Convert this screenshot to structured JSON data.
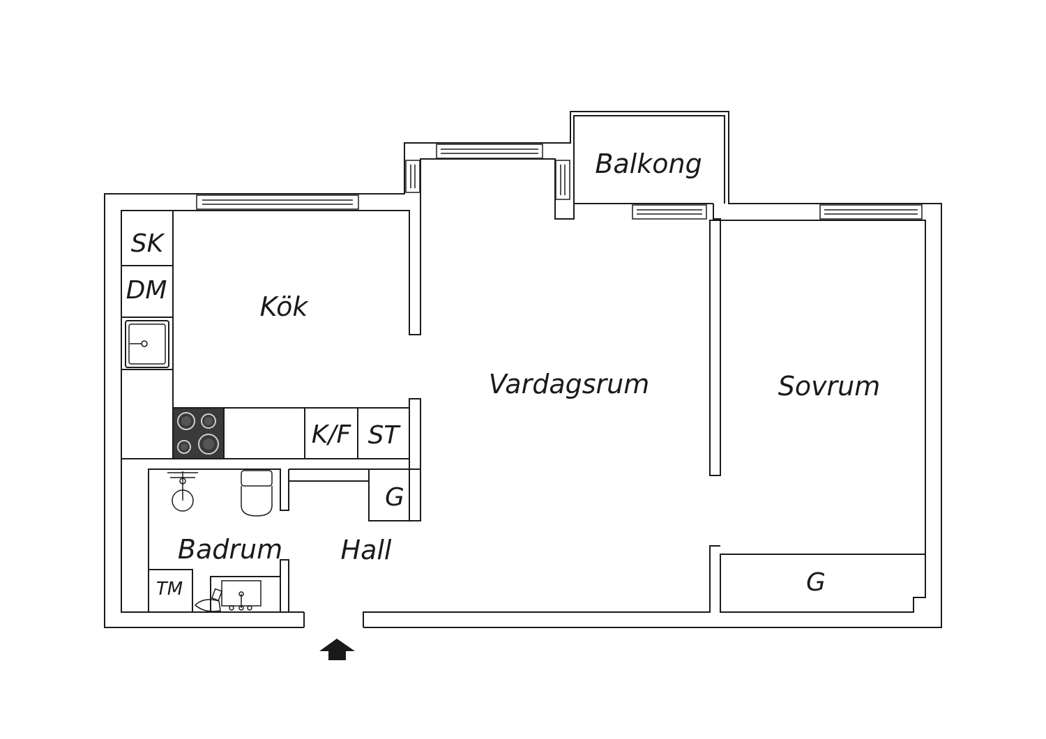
{
  "rooms": {
    "balcony": "Balkong",
    "kitchen": "Kök",
    "living": "Vardagsrum",
    "bedroom": "Sovrum",
    "bathroom": "Badrum",
    "hall": "Hall"
  },
  "fixtures": {
    "fridge_freezer_tall": "SK",
    "dishwasher": "DM",
    "fridge_freezer": "K/F",
    "broom_cupboard": "ST",
    "wardrobe_hall": "G",
    "wardrobe_bedroom": "G",
    "washing_machine": "TM"
  },
  "colors": {
    "line": "#1a1a1a",
    "background": "#ffffff",
    "stove": "#3a3a3a"
  },
  "icons": {
    "entrance": "entrance-arrow-icon"
  }
}
